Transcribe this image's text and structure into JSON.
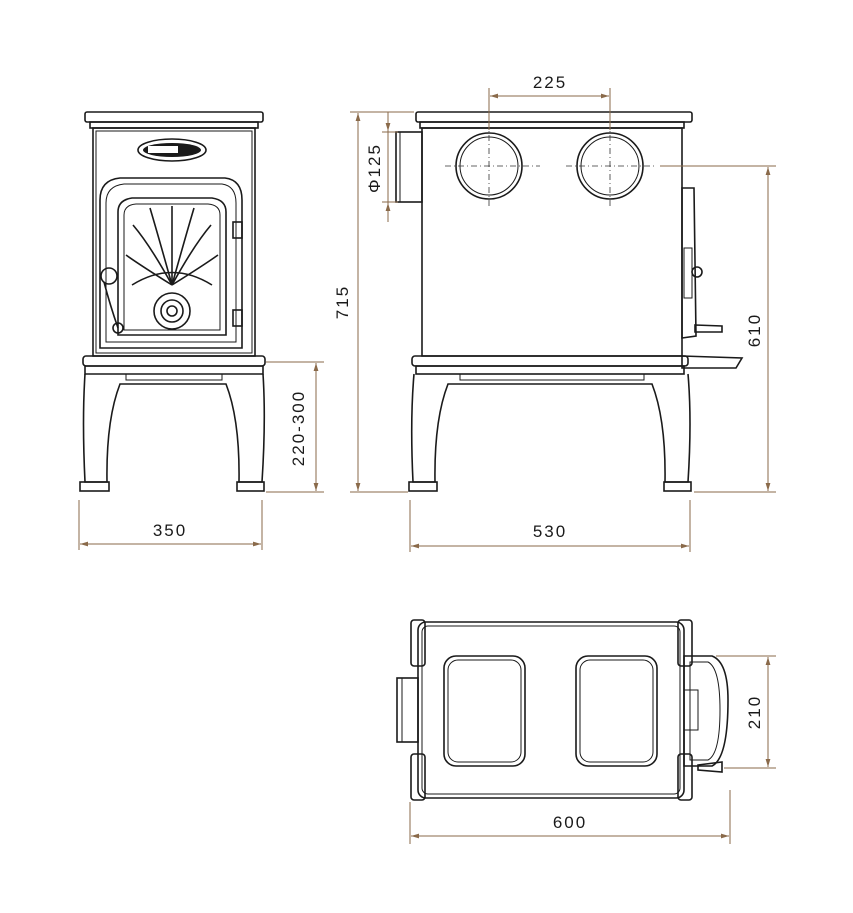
{
  "dimensions": {
    "front_width": "350",
    "leg_height": "220-300",
    "side_width": "530",
    "total_height": "715",
    "flue_spacing": "225",
    "flue_diameter": "Φ125",
    "body_height": "610",
    "top_depth": "600",
    "handle_depth": "210"
  },
  "colors": {
    "line": "#1a1a1a",
    "dimension_line": "#8a6a4a",
    "background": "#ffffff"
  }
}
